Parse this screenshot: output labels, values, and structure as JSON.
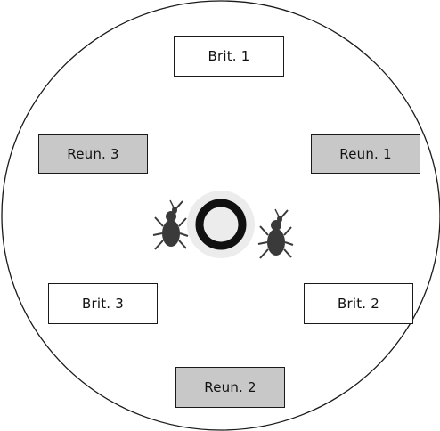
{
  "boxes": {
    "brit1": {
      "label": "Brit. 1",
      "fill": "white"
    },
    "reun3": {
      "label": "Reun. 3",
      "fill": "grey"
    },
    "reun1": {
      "label": "Reun. 1",
      "fill": "grey"
    },
    "brit3": {
      "label": "Brit. 3",
      "fill": "white"
    },
    "brit2": {
      "label": "Brit. 2",
      "fill": "white"
    },
    "reun2": {
      "label": "Reun. 2",
      "fill": "grey"
    }
  },
  "colors": {
    "outline": "#1a1a1a",
    "grey_fill": "#c8c8c8",
    "insect": "#3a3a3a",
    "ring": "#111111",
    "ring_halo": "#e6e6e6"
  },
  "icons": {
    "left": "weevil-icon",
    "center": "ring-icon",
    "right": "weevil-icon"
  }
}
